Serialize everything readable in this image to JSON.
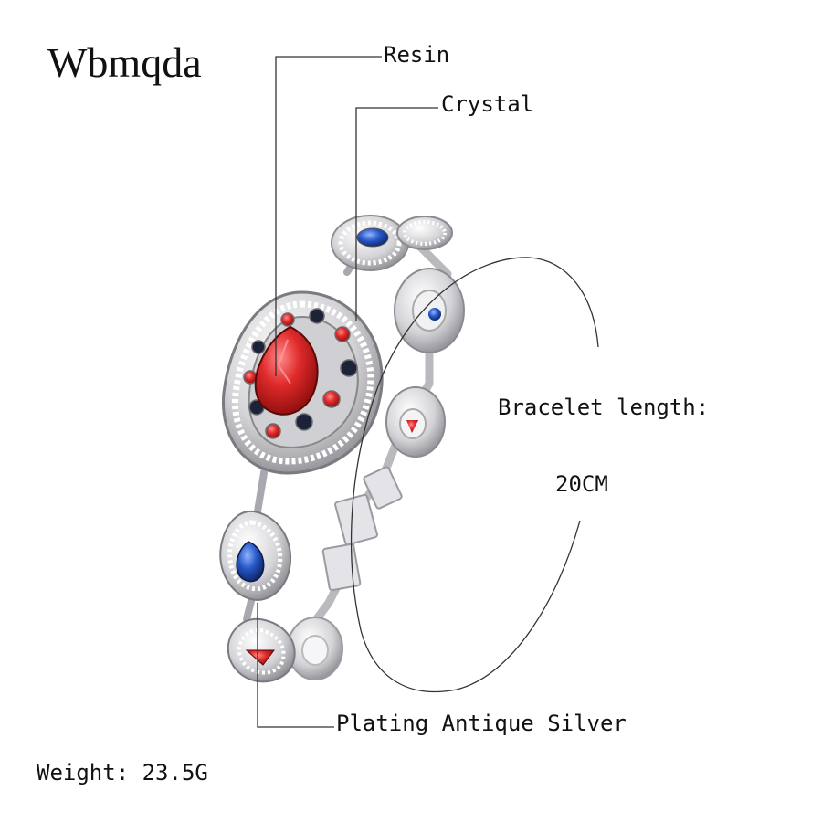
{
  "brand": {
    "name": "Wbmqda"
  },
  "callouts": {
    "resin": "Resin",
    "crystal": "Crystal",
    "plating": "Plating Antique Silver"
  },
  "specs": {
    "length_label": "Bracelet length:",
    "length_value": "20CM",
    "weight": "Weight: 23.5G"
  },
  "colors": {
    "silver": "#d9d9dc",
    "silver_dark": "#8a8a90",
    "red_stone": "#d42020",
    "blue_stone": "#1f4fb8",
    "navy_stone": "#1c2238",
    "line": "#333333"
  }
}
